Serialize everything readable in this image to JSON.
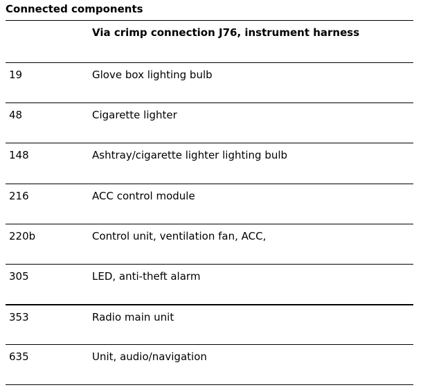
{
  "title": "Connected components",
  "header": "Via crimp connection J76, instrument harness",
  "rows": [
    {
      "code": "19",
      "description": "Glove box lighting bulb"
    },
    {
      "code": "48",
      "description": "Cigarette lighter"
    },
    {
      "code": "148",
      "description": "Ashtray/cigarette lighter lighting bulb"
    },
    {
      "code": "216",
      "description": "ACC control module"
    },
    {
      "code": "220b",
      "description": "Control unit, ventilation fan, ACC,"
    },
    {
      "code": "305",
      "description": "LED, anti-theft alarm"
    },
    {
      "code": "353",
      "description": "Radio main unit"
    },
    {
      "code": "635",
      "description": "Unit, audio/navigation"
    }
  ]
}
